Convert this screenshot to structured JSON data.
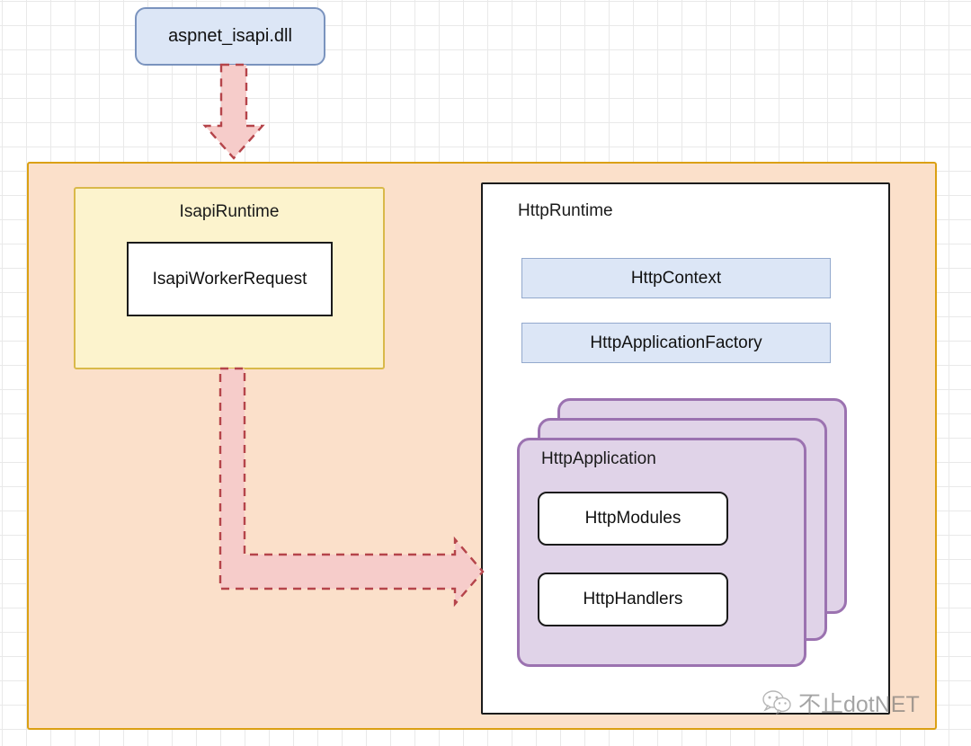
{
  "diagram": {
    "title": "ASP.NET request pipeline diagram",
    "background": {
      "grid": true,
      "grid_color": "#e9e9e9",
      "major_grid_color": "#d6d6d6"
    },
    "entry_node": {
      "label": "aspnet_isapi.dll",
      "fill": "#dce6f6",
      "border": "#7a93be"
    },
    "outer_container": {
      "name": "worker-process-container",
      "fill": "#fbe0ca",
      "border": "#dba013"
    },
    "isapi_runtime": {
      "title": "IsapiRuntime",
      "fill": "#fcf3cd",
      "border": "#d9b94a",
      "child": {
        "label": "IsapiWorkerRequest",
        "fill": "#ffffff",
        "border": "#1b1b1b"
      }
    },
    "http_runtime": {
      "title": "HttpRuntime",
      "fill": "#ffffff",
      "border": "#1b1b1b",
      "blue_boxes": [
        {
          "label": "HttpContext",
          "fill": "#dce6f6",
          "border": "#93a9cd"
        },
        {
          "label": "HttpApplicationFactory",
          "fill": "#dce6f6",
          "border": "#93a9cd"
        }
      ],
      "http_application": {
        "title": "HttpApplication",
        "fill": "#e0d3e8",
        "border": "#9b72b0",
        "stack_count": 3,
        "children": [
          {
            "label": "HttpModules",
            "fill": "#ffffff",
            "border": "#1b1b1b"
          },
          {
            "label": "HttpHandlers",
            "fill": "#ffffff",
            "border": "#1b1b1b"
          }
        ]
      }
    },
    "arrows": [
      {
        "name": "arrow-aspnet-to-isapiruntime",
        "direction": "down",
        "style": "dashed-block-arrow",
        "fill": "#f6ccca",
        "stroke": "#b5444a"
      },
      {
        "name": "arrow-isapiruntime-to-httpruntime",
        "direction": "elbow-down-right",
        "style": "dashed-block-arrow",
        "fill": "#f6ccca",
        "stroke": "#b5444a"
      }
    ],
    "watermark": {
      "icon": "wechat-icon",
      "text": "不止dotNET",
      "color": "#6e6e6e"
    }
  }
}
